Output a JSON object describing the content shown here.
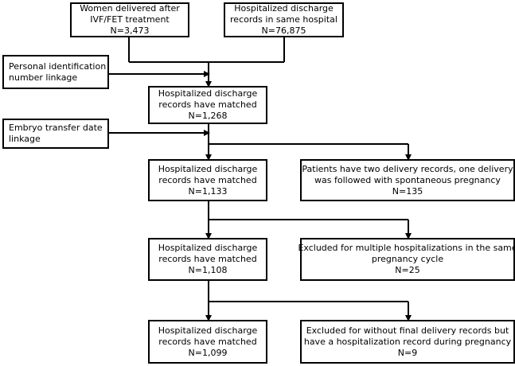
{
  "boxes": {
    "women": [
      "Women delivered after",
      "IVF/FET treatment",
      "N=3,473"
    ],
    "records": [
      "Hospitalized discharge",
      "records in same hospital",
      "N=76,875"
    ],
    "personal": [
      "Personal identification",
      "number linkage"
    ],
    "matched1": [
      "Hospitalized discharge",
      "records have matched",
      "N=1,268"
    ],
    "embryo": [
      "Embryo transfer date",
      "linkage"
    ],
    "matched2": [
      "Hospitalized discharge",
      "records have matched",
      "N=1,133"
    ],
    "excl1": [
      "Patients have two delivery records, one delivery",
      "was followed with spontaneous pregnancy",
      "N=135"
    ],
    "matched3": [
      "Hospitalized discharge",
      "records have matched",
      "N=1,108"
    ],
    "excl2": [
      "Excluded for multiple hospitalizations in the same",
      "pregnancy cycle",
      "N=25"
    ],
    "matched4": [
      "Hospitalized discharge",
      "records have matched",
      "N=1,099"
    ],
    "excl3": [
      "Excluded for without final delivery records but",
      "have a hospitalization record during pregnancy",
      "N=9"
    ]
  }
}
